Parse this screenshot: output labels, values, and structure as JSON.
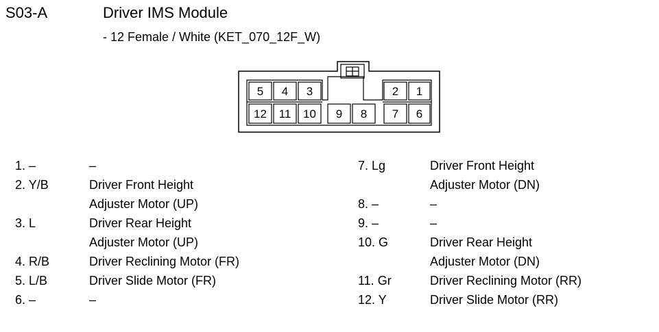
{
  "header": {
    "code": "S03-A",
    "title": "Driver IMS Module",
    "subtitle": "- 12 Female / White (KET_070_12F_W)"
  },
  "connector": {
    "pins": [
      "1",
      "2",
      "3",
      "4",
      "5",
      "6",
      "7",
      "8",
      "9",
      "10",
      "11",
      "12"
    ]
  },
  "pins_left": [
    {
      "id": "1. –",
      "lines": [
        "–"
      ]
    },
    {
      "id": "2. Y/B",
      "lines": [
        "Driver Front Height",
        "Adjuster Motor (UP)"
      ]
    },
    {
      "id": "3. L",
      "lines": [
        "Driver Rear Height",
        "Adjuster Motor (UP)"
      ]
    },
    {
      "id": "4. R/B",
      "lines": [
        "Driver Reclining Motor (FR)"
      ]
    },
    {
      "id": "5. L/B",
      "lines": [
        "Driver Slide Motor (FR)"
      ]
    },
    {
      "id": "6. –",
      "lines": [
        "–"
      ]
    }
  ],
  "pins_right": [
    {
      "id": "7. Lg",
      "lines": [
        "Driver Front Height",
        "Adjuster Motor (DN)"
      ]
    },
    {
      "id": "8. –",
      "lines": [
        "–"
      ]
    },
    {
      "id": "9. –",
      "lines": [
        "–"
      ]
    },
    {
      "id": "10. G",
      "lines": [
        "Driver Rear Height",
        "Adjuster Motor (DN)"
      ]
    },
    {
      "id": "11. Gr",
      "lines": [
        "Driver Reclining Motor (RR)"
      ]
    },
    {
      "id": "12. Y",
      "lines": [
        "Driver Slide Motor (RR)"
      ]
    }
  ]
}
